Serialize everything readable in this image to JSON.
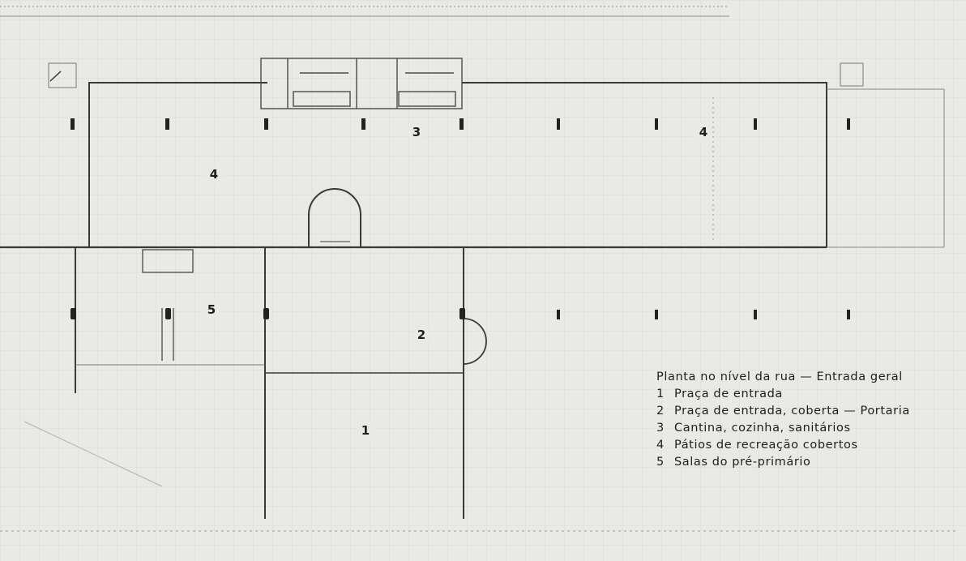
{
  "plan": {
    "area_labels": {
      "a1": "1",
      "a2": "2",
      "a3": "3",
      "a4_left": "4",
      "a4_right": "4",
      "a5": "5"
    }
  },
  "legend": {
    "title": "Planta no nível da rua — Entrada geral",
    "items": [
      {
        "num": "1",
        "text": "Praça de entrada"
      },
      {
        "num": "2",
        "text": "Praça de entrada, coberta — Portaria"
      },
      {
        "num": "3",
        "text": "Cantina, cozinha, sanitários"
      },
      {
        "num": "4",
        "text": "Pátios de recreação cobertos"
      },
      {
        "num": "5",
        "text": "Salas do pré-primário"
      }
    ]
  }
}
